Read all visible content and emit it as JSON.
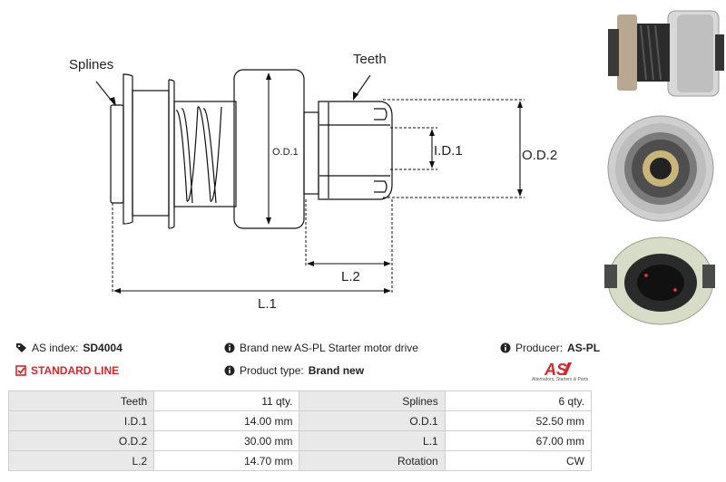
{
  "drawing": {
    "labels": {
      "splines": "Splines",
      "teeth": "Teeth",
      "od1": "O.D.1",
      "id1": "I.D.1",
      "od2": "O.D.2",
      "l2": "L.2",
      "l1": "L.1"
    }
  },
  "info": {
    "as_index_label": "AS index:",
    "as_index_value": "SD4004",
    "standard_line": "STANDARD LINE",
    "description": "Brand new AS-PL Starter motor drive",
    "product_type_label": "Product type:",
    "product_type_value": "Brand new",
    "producer_label": "Producer:",
    "producer_value": "AS-PL",
    "logo_text": "AS",
    "logo_subtitle": "Alternators, Starters & Parts"
  },
  "specs": {
    "rows": [
      {
        "l1": "Teeth",
        "v1": "11 qty.",
        "l2": "Splines",
        "v2": "6 qty."
      },
      {
        "l1": "I.D.1",
        "v1": "14.00 mm",
        "l2": "O.D.1",
        "v2": "52.50 mm"
      },
      {
        "l1": "O.D.2",
        "v1": "30.00 mm",
        "l2": "L.1",
        "v2": "67.00 mm"
      },
      {
        "l1": "L.2",
        "v1": "14.70 mm",
        "l2": "Rotation",
        "v2": "CW"
      }
    ]
  },
  "colors": {
    "accent_red": "#d7262b",
    "table_label_bg": "#e9e9e9"
  },
  "icons": [
    "tags-icon",
    "check-square-icon",
    "info-circle-icon"
  ]
}
